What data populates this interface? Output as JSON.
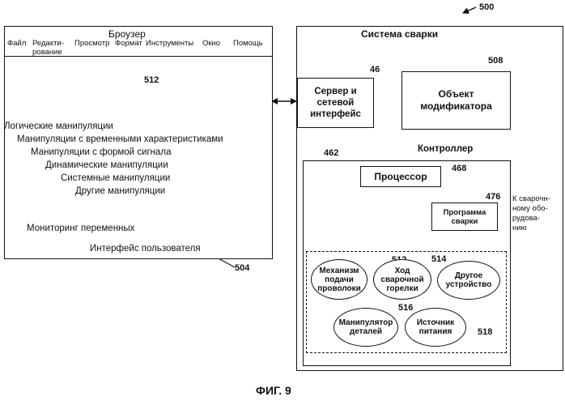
{
  "figure_label": "ФИГ. 9",
  "refs": {
    "system": "500",
    "browser_pointer": "512",
    "browser": "504",
    "server": "46",
    "modifier": "508",
    "controller": "462",
    "processor": "468",
    "program": "476",
    "wire_feed": "512",
    "torch": "514",
    "manipulator": "516",
    "power": "518"
  },
  "browser": {
    "title": "Броузер",
    "menu": [
      {
        "label_line1": "Файл",
        "label_line2": ""
      },
      {
        "label_line1": "Редакти-",
        "label_line2": "рование"
      },
      {
        "label_line1": "Просмотр",
        "label_line2": ""
      },
      {
        "label_line1": "Формат",
        "label_line2": ""
      },
      {
        "label_line1": "Инструменты",
        "label_line2": ""
      },
      {
        "label_line1": "Окно",
        "label_line2": ""
      },
      {
        "label_line1": "Помощь",
        "label_line2": ""
      }
    ],
    "items": [
      "Логические манипуляции",
      "Манипуляции с временными характеристиками",
      "Манипуляции с формой сигнала",
      "Динамические манипуляции",
      "Системные манипуляции",
      "Другие манипуляции"
    ],
    "monitoring": "Мониторинг переменных",
    "ui_label": "Интерфейс пользователя"
  },
  "system": {
    "title": "Система сварки",
    "server_line1": "Сервер и",
    "server_line2": "сетевой",
    "server_line3": "интерфейс",
    "modifier_line1": "Объект",
    "modifier_line2": "модификатора",
    "controller_label": "Контроллер",
    "processor": "Процессор",
    "program_line1": "Программа",
    "program_line2": "сварки",
    "output_line1": "К сварочн-",
    "output_line2": "ному обо-",
    "output_line3": "рудова-",
    "output_line4": "нию",
    "devices": {
      "wire_feed_line1": "Механизм",
      "wire_feed_line2": "подачи",
      "wire_feed_line3": "проволоки",
      "torch_line1": "Ход",
      "torch_line2": "сварочной",
      "torch_line3": "горелки",
      "other_line1": "Другое",
      "other_line2": "устройство",
      "manipulator_line1": "Манипулятор",
      "manipulator_line2": "деталей",
      "power_line1": "Источник",
      "power_line2": "питания"
    }
  }
}
